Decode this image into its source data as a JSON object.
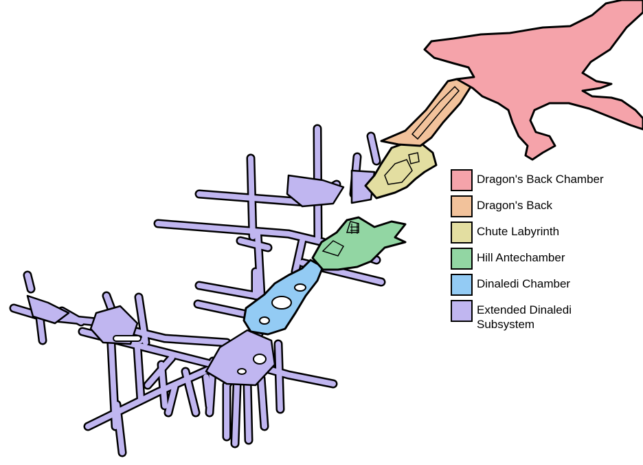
{
  "legend": {
    "items": [
      {
        "label": "Dragon's Back Chamber",
        "color": "#f5a3aa"
      },
      {
        "label": "Dragon's Back",
        "color": "#f2c29b"
      },
      {
        "label": "Chute Labyrinth",
        "color": "#e3dea1"
      },
      {
        "label": "Hill Antechamber",
        "color": "#92d6a3"
      },
      {
        "label": "Dinaledi Chamber",
        "color": "#93cbf4"
      },
      {
        "label": "Extended Dinaledi\nSubsystem",
        "color": "#c0b6f0"
      }
    ]
  }
}
